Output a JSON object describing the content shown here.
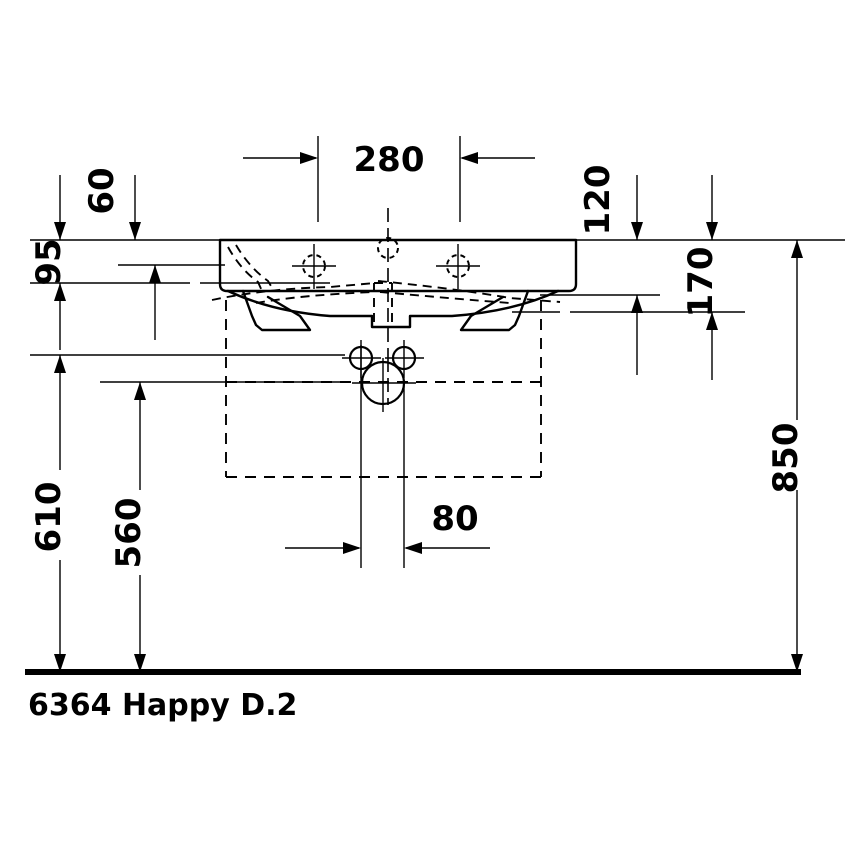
{
  "drawing": {
    "caption": "6364 Happy D.2",
    "product_number": "6364",
    "product_name": "Happy D.2",
    "line_color": "#000000",
    "background_color": "#ffffff",
    "units": "mm",
    "view": "front elevation"
  },
  "dimensions": {
    "tap_hole_spacing": {
      "value": "280",
      "orientation": "horizontal",
      "location": "top-center"
    },
    "rim_thickness": {
      "value": "60",
      "orientation": "vertical-rotated",
      "location": "upper-left"
    },
    "basin_depth_front": {
      "value": "95",
      "orientation": "vertical-rotated",
      "location": "left"
    },
    "waste_offset": {
      "value": "120",
      "orientation": "vertical-rotated",
      "location": "upper-right"
    },
    "trap_height": {
      "value": "170",
      "orientation": "vertical-rotated",
      "location": "right"
    },
    "supply_height": {
      "value": "610",
      "orientation": "vertical-rotated",
      "location": "lower-left"
    },
    "waste_height": {
      "value": "560",
      "orientation": "vertical-rotated",
      "location": "lower-left"
    },
    "supply_spacing": {
      "value": "80",
      "orientation": "horizontal",
      "location": "bottom-center"
    },
    "mounting_height": {
      "value": "850",
      "orientation": "vertical-rotated",
      "location": "far-right"
    }
  },
  "features": {
    "tap_hole_left": "tap-hole",
    "tap_hole_right": "tap-hole",
    "overflow": "overflow-hole",
    "waste_outlet": "waste-outlet",
    "supply_left": "supply-connection",
    "supply_right": "supply-connection",
    "cabinet_outline": "hidden-cabinet-outline",
    "floor_line": "finished-floor-level"
  }
}
